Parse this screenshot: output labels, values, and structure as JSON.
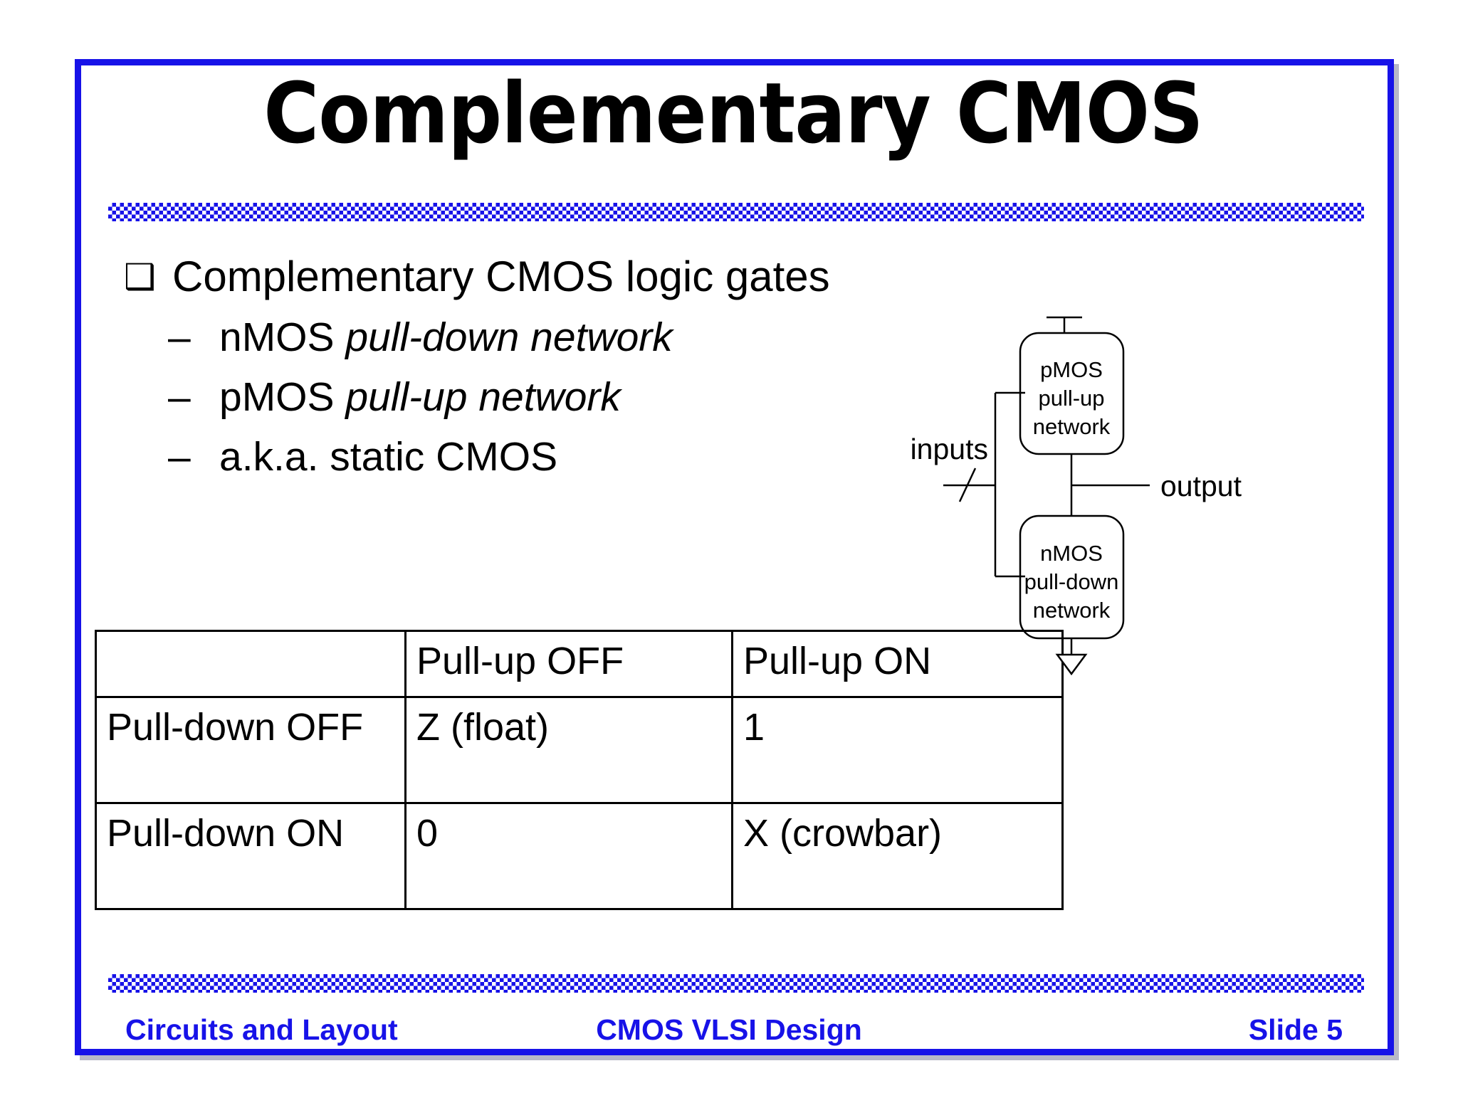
{
  "slide": {
    "title": "Complementary CMOS",
    "accent_color": "#1712e8",
    "text_color": "#000000",
    "background": "#ffffff"
  },
  "bullets": {
    "level1": {
      "marker": "❑",
      "text": "Complementary CMOS logic gates"
    },
    "level2": [
      {
        "marker": "–",
        "plain": "nMOS ",
        "italic": "pull-down network"
      },
      {
        "marker": "–",
        "plain": "pMOS ",
        "italic": "pull-up network"
      },
      {
        "marker": "–",
        "plain": "a.k.a. static CMOS",
        "italic": ""
      }
    ]
  },
  "truth_table": {
    "columns": [
      "",
      "Pull-up OFF",
      "Pull-up ON"
    ],
    "rows": [
      {
        "header": "Pull-down OFF",
        "cells": [
          "Z (float)",
          "1"
        ]
      },
      {
        "header": "Pull-down ON",
        "cells": [
          "0",
          "X (crowbar)"
        ]
      }
    ]
  },
  "diagram": {
    "pmos_block": [
      "pMOS",
      "pull-up",
      "network"
    ],
    "nmos_block": [
      "nMOS",
      "pull-down",
      "network"
    ],
    "input_label": "inputs",
    "output_label": "output"
  },
  "footer": {
    "left": "Circuits and Layout",
    "center": "CMOS VLSI Design",
    "right": "Slide 5"
  }
}
